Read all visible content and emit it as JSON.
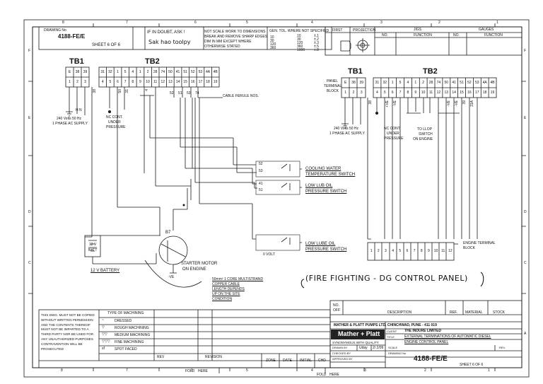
{
  "title_block_top": {
    "drawing_no_label": "DRAWING No",
    "drawing_no": "4188-FE/E",
    "sheet": "SHEET 6 OF 6",
    "doubt_note": "IF IN DOUBT, ASK !",
    "handwritten_note": "Sak hao toolpy",
    "scale_note_1": "NOT SCALE  WORK TO DIMENSIONS",
    "scale_note_2": "BREAK AND REMOVE SHARP EDGES",
    "scale_note_3": "DIM IN MM  EXCEPT WHERE",
    "scale_note_4": "OTHERWISE STATED",
    "gen_tol": "GEN. TOL. WHERE NOT SPECIFIED",
    "tol_col1": [
      "10",
      "30",
      "120",
      "360"
    ],
    "tol_col2": [
      "10",
      "30",
      "120",
      "360",
      "1000"
    ],
    "tol_col3": [
      "±.1",
      "±.2",
      "±.3",
      "±.5",
      "±.8"
    ],
    "first_label": "FIRST",
    "projection_label": "PROJECTION",
    "jigs_label": "JIGS",
    "gauges_label": "GAUGES",
    "no_label": "NO.",
    "function_label": "FUNCTION"
  },
  "col_numbers": [
    "8",
    "7",
    "6",
    "5",
    "4",
    "3",
    "2",
    "1"
  ],
  "row_letters": [
    "F",
    "E",
    "D",
    "C",
    "B",
    "A"
  ],
  "left_panel": {
    "tb1_label": "TB1",
    "tb2_label": "TB2",
    "tb1_top": [
      "E",
      "38",
      "39"
    ],
    "tb1_bottom": [
      "1",
      "2",
      "3"
    ],
    "tb2_top": [
      "31",
      "32",
      "1",
      "5",
      "4",
      "1",
      "2",
      "28",
      "74",
      "50",
      "41",
      "51",
      "52",
      "53",
      "4A",
      "4B"
    ],
    "tb2_bottom": [
      "4",
      "5",
      "6",
      "7",
      "8",
      "9",
      "10",
      "11",
      "12",
      "13",
      "14",
      "15",
      "16",
      "17",
      "18",
      "19"
    ],
    "cable_ferule": "CABLE FERULE NOS.",
    "supply_1": "240 Volts 50 Hz",
    "supply_2": "1 PHASE AC SUPPLY",
    "nc_1": "NC CONT.",
    "nc_2": "UNDER",
    "nc_3": "PRESSURE",
    "cooling_1": "COOLING WATER",
    "cooling_2": "TEMPERATURE SWITCH",
    "lowlub_1": "LOW LUB OIL",
    "lowlub_2": "PRESSURE SWITCH",
    "lowlub_b1": "LOW LUBE OIL",
    "lowlub_b2": "PRESSURE SWITCH",
    "batt_1": "12 V",
    "batt_2": "BATT",
    "battery": "12 V  BATTERY",
    "starter_1": "STARTER MOTOR",
    "starter_2": "ON ENGINE",
    "node_b7": "B7",
    "minus_ve": "-VE",
    "cable_1": "50mm² 1 CORE MULTISTRAND",
    "cable_2": "COPPER CABLE",
    "cable_3": "LENGTH DEPENDS",
    "cable_4": "UP ON THE SITE",
    "cable_5": "CONDITION",
    "zero_volt": "0 VOLT",
    "ferules": [
      "52",
      "51",
      "53",
      "74",
      "41"
    ],
    "wire_labels": [
      "38",
      "50",
      "31",
      "4"
    ]
  },
  "right_panel": {
    "tb1_label": "TB1",
    "tb2_label": "TB2",
    "panel_1": "PANEL",
    "panel_2": "TERMINAL",
    "panel_3": "BLOCK",
    "tb1_top": [
      "E",
      "38",
      "39"
    ],
    "tb1_bottom": [
      "1",
      "2",
      "3"
    ],
    "tb2_top": [
      "31",
      "32",
      "1",
      "5",
      "4",
      "1",
      "2",
      "28",
      "74",
      "50",
      "41",
      "51",
      "52",
      "53",
      "4A",
      "4B"
    ],
    "tb2_bottom": [
      "4",
      "5",
      "6",
      "7",
      "8",
      "9",
      "10",
      "11",
      "12",
      "13",
      "14",
      "15",
      "16",
      "17",
      "18",
      "19"
    ],
    "supply_1": "240 Volts 50 Hz",
    "supply_2": "1 PHASE AC SUPPLY",
    "nc_1": "NC CONT.",
    "nc_2": "UNDER",
    "nc_3": "PRESSURE",
    "llop_1": "TO LLOP",
    "llop_2": "SWITCH",
    "llop_3": "ON ENGINE",
    "engine_1": "ENGINE TERMINAL",
    "engine_2": "BLOCK",
    "engine_terms": [
      "1",
      "2",
      "3",
      "4",
      "5",
      "6",
      "7",
      "8",
      "9",
      "10",
      "11",
      "12"
    ],
    "wire_labels": [
      "38",
      "+VE",
      "-VE",
      "-VE",
      "-VE",
      "39",
      "31A"
    ]
  },
  "annotation": "(FIRE FIGHTING - DG CONTROL PANEL)",
  "bottom_block": {
    "notice": [
      "THIS DWG. MUST NOT BE COPIED",
      "WITHOUT WRITTEN PERMISSION",
      "AND THE CONTENTS THEREOF",
      "MUST NOT BE IMPARTED TO A",
      "THIRD PARTY NOR BE USED FOR",
      "ANY UNAUTHORIZED PURPOSES",
      "CONTRAVENTION WILL BE",
      "PROSECUTED"
    ],
    "machining_header": "TYPE OF MACHINING",
    "machining": [
      {
        "sym": "~",
        "label": "DRESSED"
      },
      {
        "sym": "▽",
        "label": "ROUGH MACHINING"
      },
      {
        "sym": "▽▽",
        "label": "MEDIUM MACHINING"
      },
      {
        "sym": "▽▽▽",
        "label": "FINE MACHINING"
      },
      {
        "sym": "sf",
        "label": "SPOT FACED"
      }
    ],
    "revision_labels": {
      "rev": "REV",
      "revision": "REVISION",
      "zone": "ZONE",
      "date": "DATE",
      "initial": "INITIAL",
      "chd": "CHD"
    },
    "description_header": {
      "no": "NO.",
      "off": "OFF",
      "description": "DESCRIPTION",
      "ref": "REF.",
      "material": "MATERIAL",
      "stock": "STOCK"
    },
    "company": "MATHER & PLATT PUMPS LTD. CHINCHWAD, PUNE - 411 019",
    "logo": "Mather + Platt",
    "tagline": "SYNONYMOUS WITH QUALITY",
    "client_label": "CLIENT",
    "client": "THE INDURE LIMITED",
    "title_label": "TITLE",
    "title_1": "EXTERNAL TERMINATIONS OF AUTOMATIC DIESEL",
    "title_2": "ENGINE CONTROL PANEL",
    "scale_label": "SCALE",
    "rev_label": "REV.",
    "drawn_by_label": "DRAWN BY",
    "drawn_by": "Uday",
    "date": "2/ 2/09",
    "checked_by_label": "CHECKED BY",
    "approved_by_label": "APPROVED BY",
    "drawing_no_label": "DRAWING No",
    "drawing_no": "4188-FE/E",
    "sheet": "SHEET 6 OF 6",
    "fold": "FOLD",
    "here": "HERE"
  },
  "colors": {
    "ink": "#1a1a1a",
    "paper": "#ffffff",
    "pencil": "#2a2a2a"
  }
}
